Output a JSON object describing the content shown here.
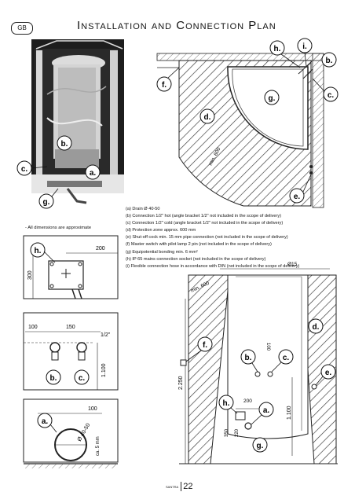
{
  "header": {
    "lang_badge": "GB",
    "title": "Installation and Connection Plan"
  },
  "legend": [
    "(a)  Drain Ø 40-50",
    "(b)  Connection 1/2\" hot (angle bracket 1/2\" not included in the scope of delivery)",
    "(c)  Connection 1/2\" cold (angle bracket 1/2\" not included in the scope of delivery)",
    "(d)  Protection zone approx. 600 mm",
    "(e)  Shut-off cock min. 15 mm pipe connection (not included in the scope of delivery)",
    "(f)  Master switch with pilot lamp 2 pin (not included in the scope of delivery)",
    "(g)  Equipotential bonding min. 6 mm²",
    "(h)  IP 65 mains connection socket (not included in the scope of delivery)",
    "(i)  Flexible connection hose in accordance with DIN (not included in the scope of delivery)"
  ],
  "note": "- All dimensions are approximate",
  "callouts": {
    "a": "a.",
    "b": "b.",
    "c": "c.",
    "d": "d.",
    "e": "e.",
    "f": "f.",
    "g": "g.",
    "h": "h.",
    "i": "i."
  },
  "dimensions": {
    "min_600": "min. 600",
    "d200": "200",
    "d300": "300",
    "d100": "100",
    "d150": "150",
    "half_inch": "1/2\"",
    "d1100": "1.100",
    "drain": "Ø 40-50",
    "ca_5mm": "ca. 5 mm",
    "d2250": "2.250",
    "d15": "Ø15",
    "d350": "350",
    "d220": "220"
  },
  "footer": {
    "brand": "SANTRA",
    "page_number": "22"
  }
}
